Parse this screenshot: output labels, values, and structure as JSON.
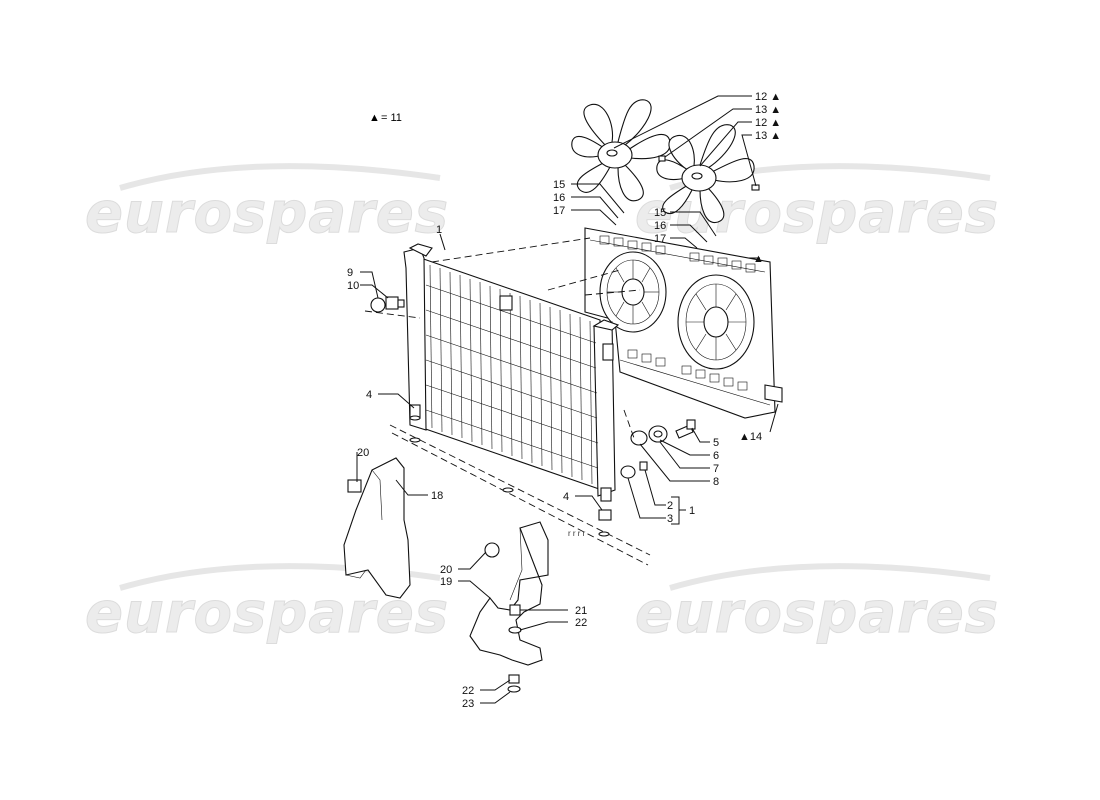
{
  "legend": {
    "marker": "▲",
    "text": "= 11"
  },
  "watermark": {
    "text": "eurospares"
  },
  "callouts": {
    "c1_top": "1",
    "c1_right": "1",
    "c2": "2",
    "c3": "3",
    "c4_left": "4",
    "c4_right": "4",
    "c5": "5",
    "c6": "6",
    "c7": "7",
    "c8": "8",
    "c9": "9",
    "c10": "10",
    "c12a": "12 ▲",
    "c13a": "13 ▲",
    "c12b": "12 ▲",
    "c13b": "13 ▲",
    "c14": "▲14",
    "c_shroud": "▲",
    "c15a": "15",
    "c16a": "16",
    "c17a": "17",
    "c15b": "15",
    "c16b": "16",
    "c17b": "17",
    "c18": "18",
    "c19": "19",
    "c20a": "20",
    "c20b": "20",
    "c21": "21",
    "c22a": "22",
    "c22b": "22",
    "c23": "23"
  }
}
